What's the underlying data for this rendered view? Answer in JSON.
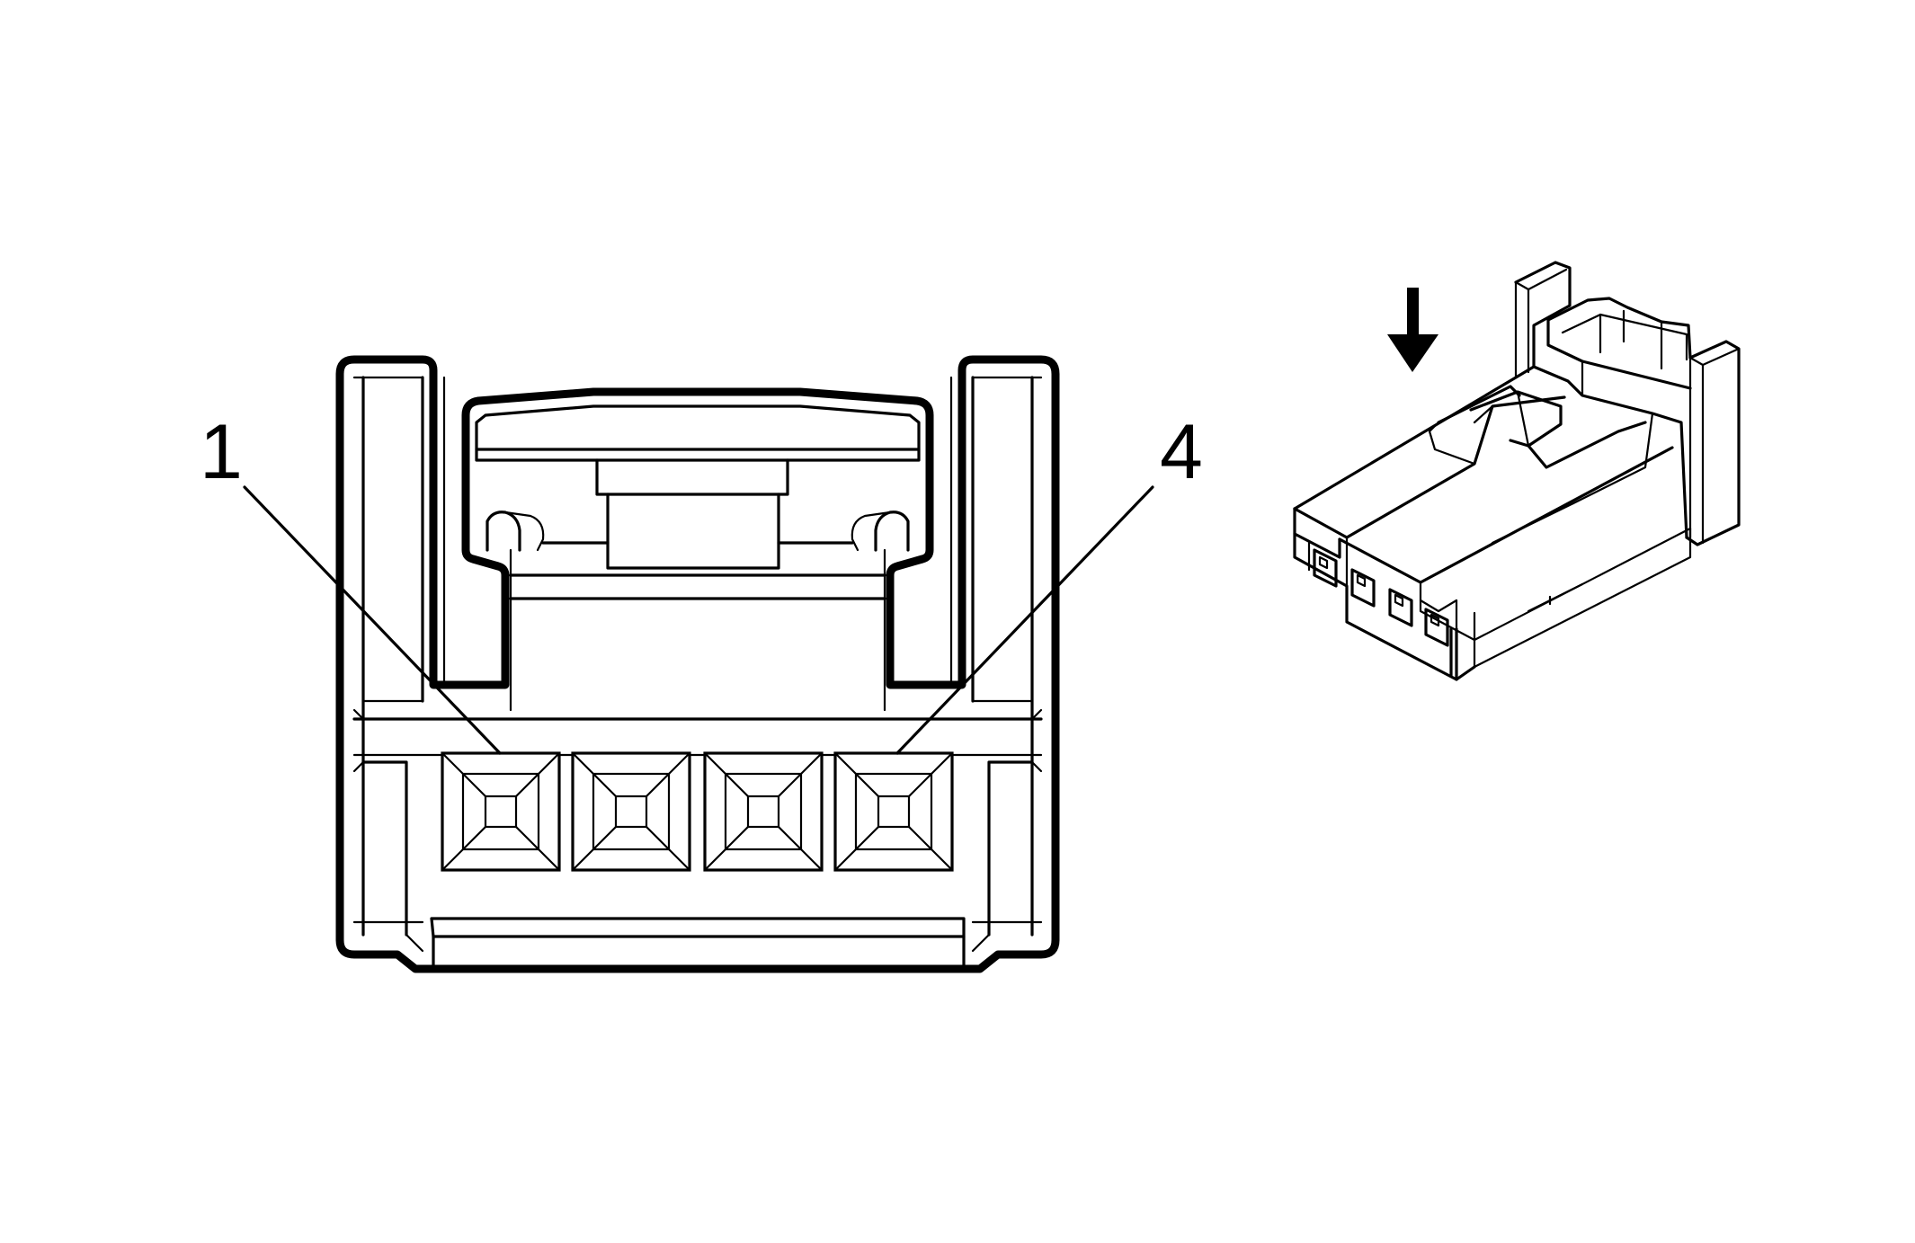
{
  "diagram": {
    "pin_labels": [
      {
        "text": "1"
      },
      {
        "text": "4"
      }
    ],
    "cavity_count": 4,
    "colors": {
      "line": "#000000",
      "background": "#ffffff"
    },
    "icons": {
      "view_arrow": "down-arrow-icon",
      "iso_view": "connector-isometric-icon"
    }
  }
}
